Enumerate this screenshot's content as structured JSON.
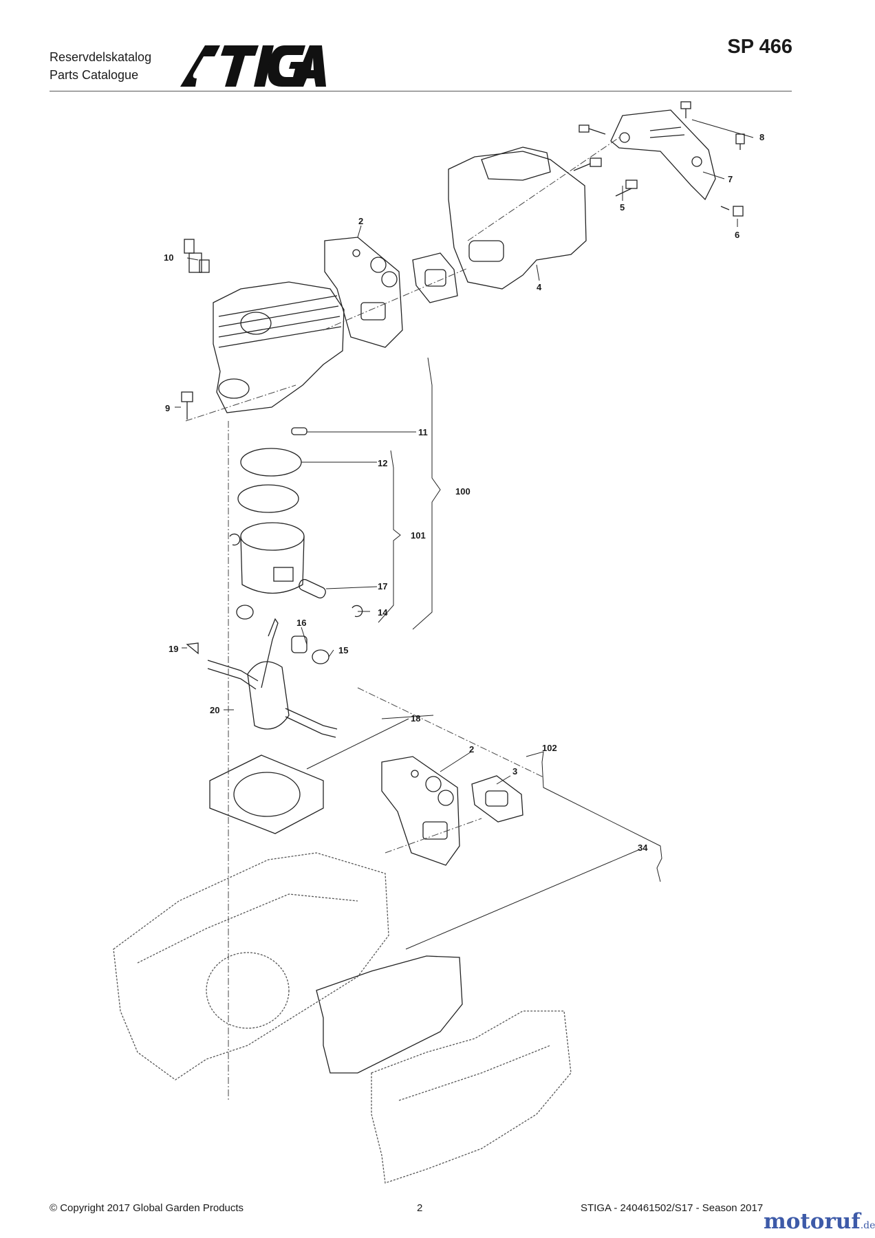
{
  "header": {
    "line1": "Reservdelskatalog",
    "line2": "Parts Catalogue",
    "brand": "STIGA",
    "model": "SP 466"
  },
  "callouts": {
    "c2a": "2",
    "c2b": "2",
    "c3": "3",
    "c4": "4",
    "c5": "5",
    "c6": "6",
    "c7": "7",
    "c8": "8",
    "c9": "9",
    "c10": "10",
    "c11": "11",
    "c12": "12",
    "c14": "14",
    "c15": "15",
    "c16": "16",
    "c17": "17",
    "c18": "18",
    "c19": "19",
    "c20": "20",
    "c34": "34",
    "c100": "100",
    "c101": "101",
    "c102": "102"
  },
  "footer": {
    "copyright": "© Copyright 2017 Global Garden Products",
    "page": "2",
    "catalogue": "STIGA - 240461502/S17 - Season 2017"
  },
  "watermark": {
    "name": "motoruf",
    "suffix": ".de"
  }
}
